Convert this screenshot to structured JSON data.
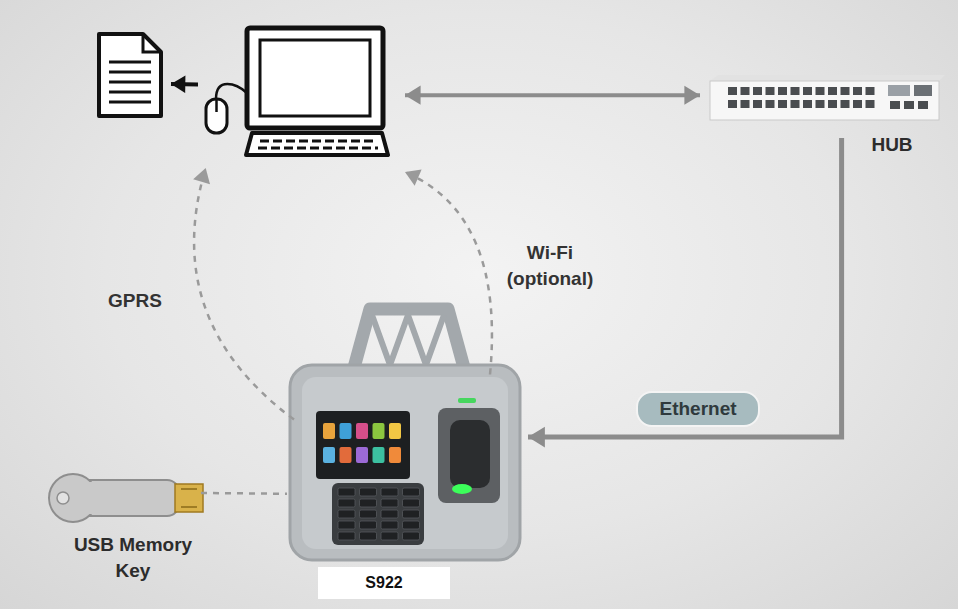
{
  "diagram": {
    "nodes": [
      {
        "text": []
      },
      {
        "text": []
      },
      {
        "text": [
          "HUB"
        ]
      },
      {
        "text": [
          "S922"
        ]
      },
      {
        "text": [
          "USB Memory Key"
        ]
      }
    ],
    "edges": [
      {
        "from": 1,
        "to": 0,
        "arrow": "to"
      },
      {
        "from": 1,
        "to": 2,
        "arrow": "both"
      },
      {
        "from": 3,
        "to": 1,
        "arrow": "to",
        "label": "GPRS"
      },
      {
        "from": 3,
        "to": 1,
        "arrow": "to",
        "label": "Wi-Fi (optional)"
      },
      {
        "from": 2,
        "to": 3,
        "arrow": "to",
        "label": "Ethernet"
      },
      {
        "from": 4,
        "to": 3,
        "arrow": "none"
      }
    ]
  }
}
